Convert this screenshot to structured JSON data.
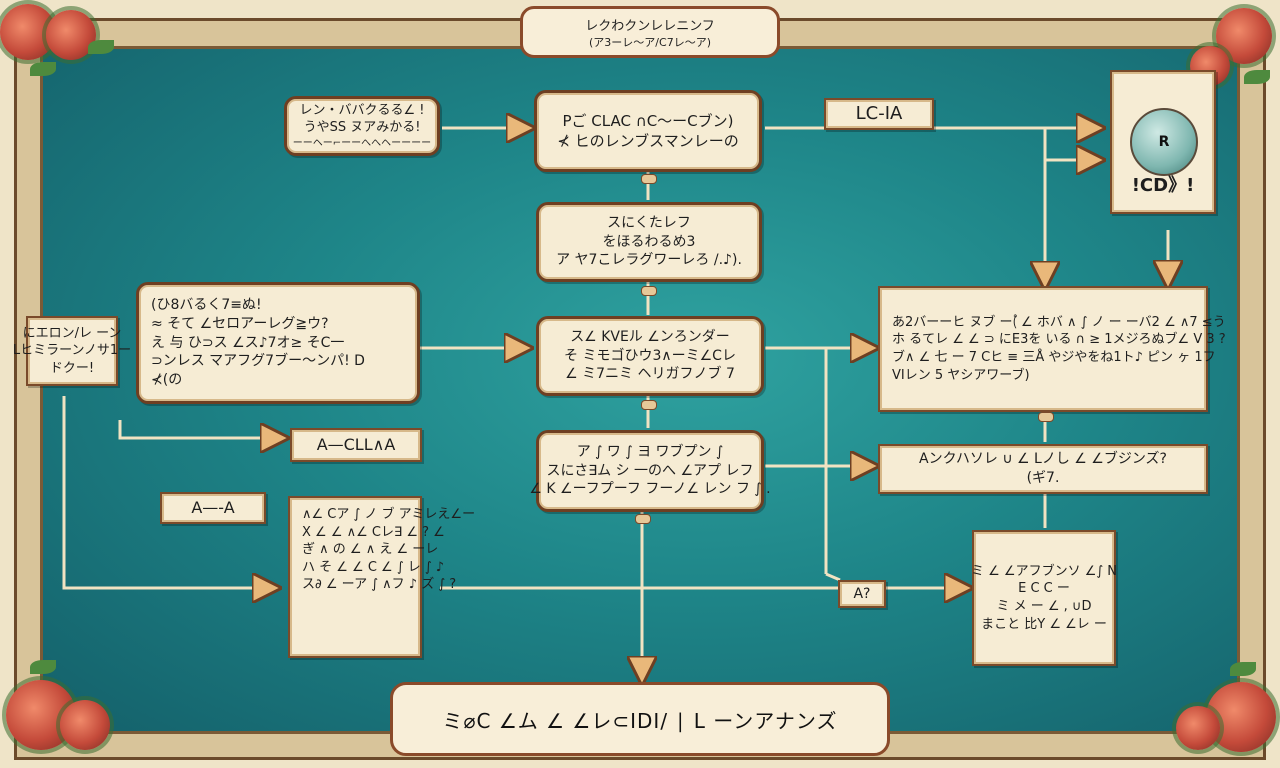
{
  "title": {
    "line1": "レクわクンレレニンフ",
    "line2": "(ア3ーレ〜ア/C7レ〜ア)"
  },
  "footer": {
    "label": "ミ⌀C ∠ム ∠ ∠レ⊂IDI/ ∣ L ーンアナンズ"
  },
  "boxes": {
    "top_left_note": [
      "レン・ババクるる∠ !",
      "うやSS ヌアみかる!",
      "ーーヘー⌐ーーへへヘーーーー"
    ],
    "top_center": [
      "Pご CLAC ∩C〜ーCブン)",
      "⊀ ヒのレンブスマンレーの"
    ],
    "lc_label": [
      "LC-IA"
    ],
    "right_card_label": [
      "!CD》!"
    ],
    "right_card_circle": "R",
    "middle_center_1": [
      "スにくたレフ",
      "をほるわるめ3",
      "ア ヤ7こレラグワーレろ /.♪)."
    ],
    "left_big": [
      "(ひ8バるく7≡ぬ!",
      "≈ そて ∠セロアーレグ≧ウ?",
      "え 与 ひ⊃ス ∠ス♪7オ≥ そC一",
      "⊃ンレス マアフグ7ブー〜ンパ! D",
      "⊀(の"
    ],
    "left_small": [
      "にエロン/レ ーン",
      "Lヒミラーンノサ1ー",
      "ドクー!"
    ],
    "middle_center_2": [
      "ス∠ KVEル ∠ンろンダー",
      "そ ミモゴひウ3∧ーミ∠Cレ",
      "∠ ミ7ニミ ヘリガフノブ 7"
    ],
    "right_long": [
      "あ2バーーヒ ヌブ ー(゚ ∠ ホバ ∧ ∫ ノ ー ーバ2 ∠ ∧7 ≤う",
      "ホ るてレ ∠ ∠ ⊃ にE3を いる ∩ ≥ 1メジろぬブ∠ V 3 ?",
      "ブ∧ ∠ 七 ー 7 Cヒ ≡ 三Å   やジやをね1ト♪ ピン ヶ 1フ",
      "VIレン 5 ヤシアワーブ)"
    ],
    "a_clla": [
      "A—CLL∧A"
    ],
    "middle_center_3": [
      "ア ∫ ワ ∫ ヨ ワブプン ∫",
      "スにさ∃ム シ 一のへ ∠アプ レフ",
      "∠ K ∠ーフプーフ フーノ∠ レン フ ∫ ."
    ],
    "right_wide": [
      "Aンクハソレ  ∪ ∠ Lノし ∠ ∠ブジンズ?",
      "(ギ7."
    ],
    "a_a_label": [
      "A—-A"
    ],
    "lower_left_list": [
      "∧∠ Cア ∫ ノ ブ アミレえ∠ー",
      "X ∠ ∠ ∧∠ Cレ∃ ∠ ? ∠",
      "ぎ ∧ の ∠ ∧ え ∠ ーレ",
      "ハ そ ∠ ∠ C ∠ ∫ レ ∫ ♪",
      "ス∂ ∠ ーア ∫ ∧フ ♪ ズ ∫ ?"
    ],
    "a7_label": [
      "A?"
    ],
    "lower_right": [
      "ミ ∠ ∠アフブンソ ∠∫ N",
      "E C C  ー",
      "ミ メ ー ∠ , ∪D",
      "まこと 比Y ∠ ∠レ ー"
    ]
  },
  "colors": {
    "board": "#1e8588",
    "box_fill": "#f6ecd4",
    "box_border": "#6e3f22",
    "connector": "#f1e3c2",
    "frame": "#d8c49a"
  }
}
